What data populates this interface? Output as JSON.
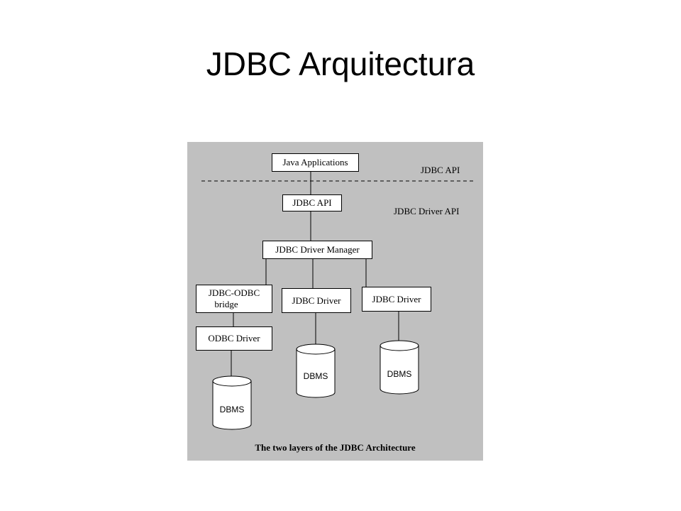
{
  "slide": {
    "title": "JDBC Arquitectura"
  },
  "diagram": {
    "layer_labels": {
      "top": "JDBC API",
      "bottom": "JDBC Driver API"
    },
    "boxes": {
      "java_applications": "Java Applications",
      "jdbc_api": "JDBC API",
      "driver_manager": "JDBC Driver Manager",
      "jdbc_odbc_bridge_line1": "JDBC-ODBC",
      "jdbc_odbc_bridge_line2": "bridge",
      "jdbc_driver_1": "JDBC Driver",
      "jdbc_driver_2": "JDBC Driver",
      "odbc_driver": "ODBC Driver"
    },
    "databases": {
      "db1": "DBMS",
      "db2": "DBMS",
      "db3": "DBMS"
    },
    "caption": "The two layers of the JDBC Architecture",
    "colors": {
      "background": "#c0c0c0",
      "box_fill": "#ffffff",
      "line": "#000000"
    }
  }
}
